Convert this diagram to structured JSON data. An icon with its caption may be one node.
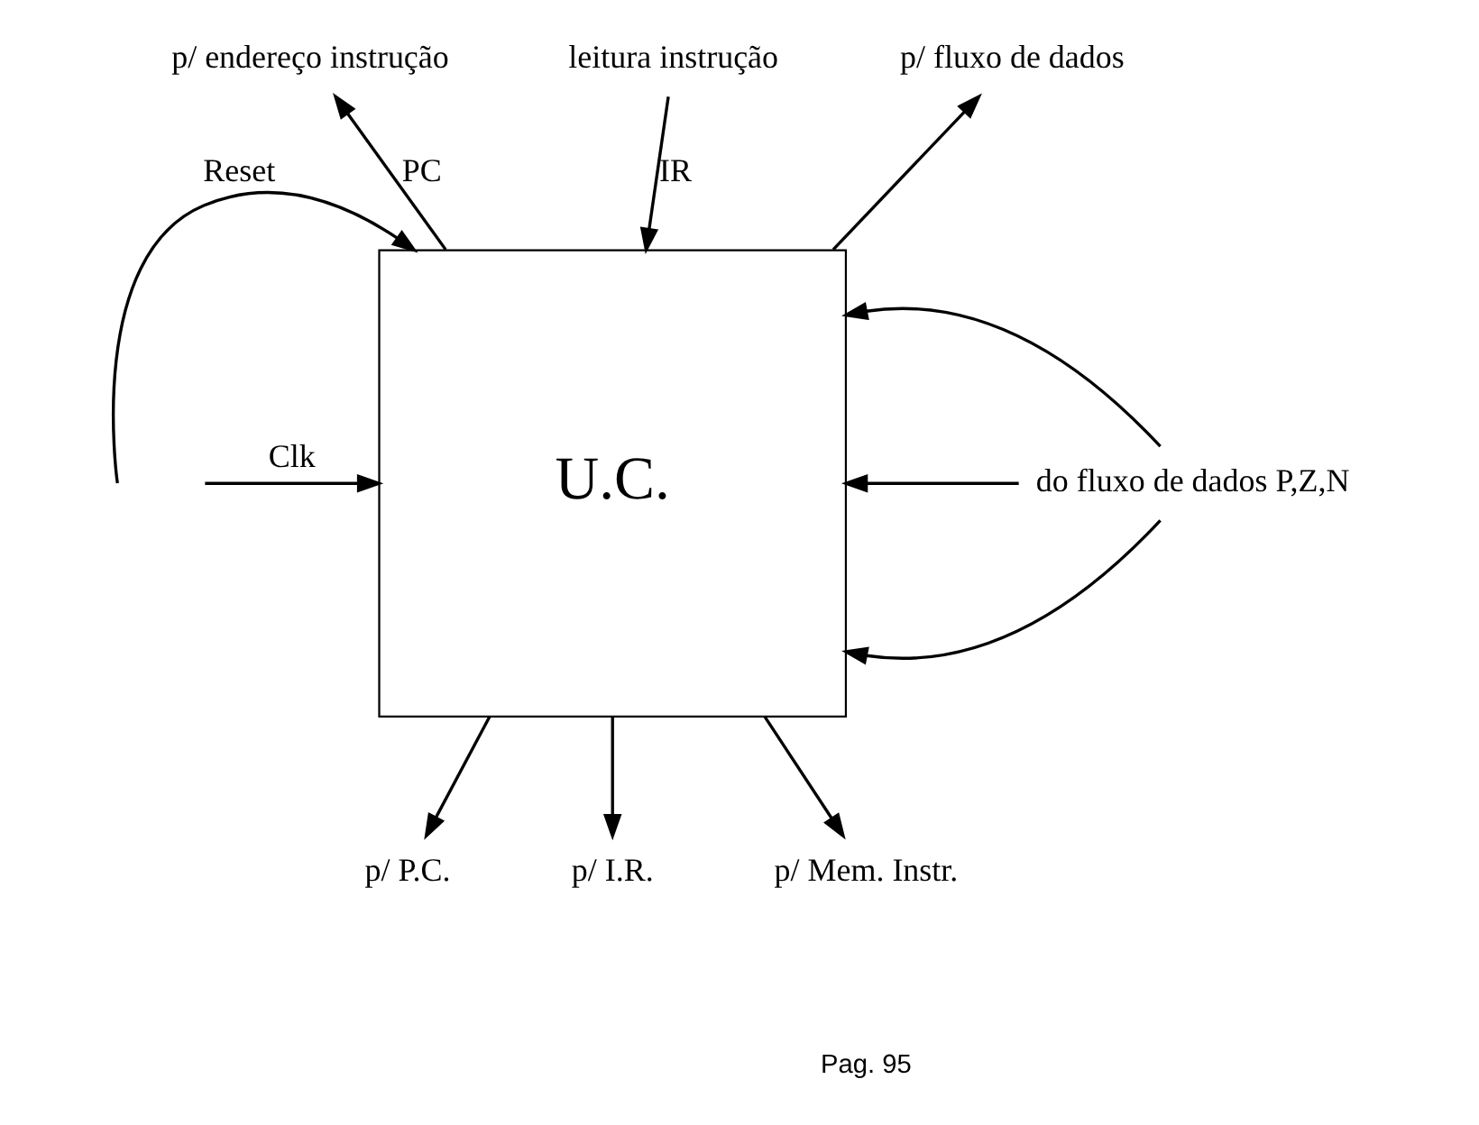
{
  "diagram": {
    "nodes": [
      {
        "text": [
          "U.C."
        ]
      },
      {
        "text": [
          "p/ endereço instrução"
        ]
      },
      {
        "text": [
          "leitura instrução"
        ]
      },
      {
        "text": [
          "p/ fluxo de dados"
        ]
      },
      {
        "text": [
          "do fluxo de dados P,Z,N"
        ]
      },
      {
        "text": [
          "p/ P.C."
        ]
      },
      {
        "text": [
          "p/ I.R."
        ]
      },
      {
        "text": [
          "p/ Mem. Instr."
        ]
      }
    ],
    "edges": [
      {
        "from": 0,
        "to": 1,
        "arrow": "to",
        "label": "PC"
      },
      {
        "from": 2,
        "to": 0,
        "arrow": "to",
        "label": "IR"
      },
      {
        "from": null,
        "to": 0,
        "arrow": "to",
        "label": "Reset"
      },
      {
        "from": null,
        "to": 0,
        "arrow": "to",
        "label": "Clk"
      },
      {
        "from": 0,
        "to": 3,
        "arrow": "to"
      },
      {
        "from": 4,
        "to": 0,
        "arrow": "to"
      },
      {
        "from": 4,
        "to": 0,
        "arrow": "to"
      },
      {
        "from": 4,
        "to": 0,
        "arrow": "to"
      },
      {
        "from": 0,
        "to": 5,
        "arrow": "to"
      },
      {
        "from": 0,
        "to": 6,
        "arrow": "to"
      },
      {
        "from": 0,
        "to": 7,
        "arrow": "to"
      }
    ],
    "labels": [
      "Pag. 95"
    ]
  }
}
